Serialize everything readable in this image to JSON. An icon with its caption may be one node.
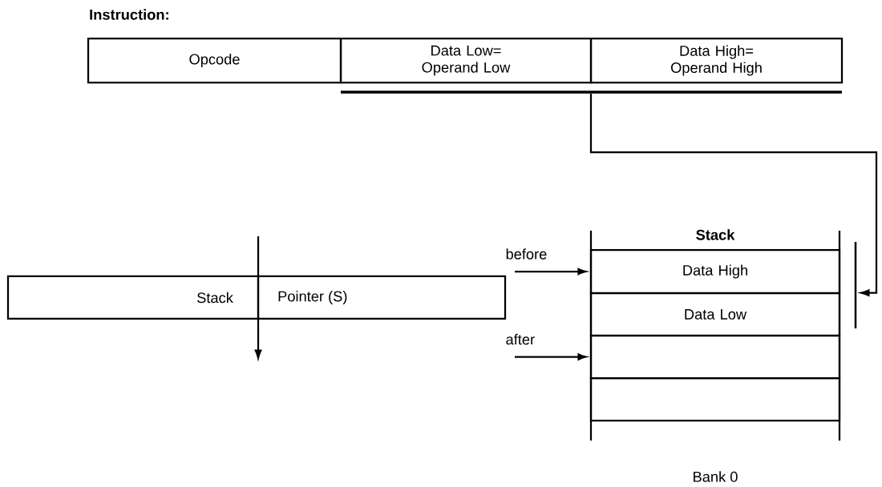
{
  "diagram": {
    "title": "Instruction:",
    "nodes": [
      {
        "text": [
          "Opcode"
        ]
      },
      {
        "text": [
          "Data Low= Operand Low"
        ]
      },
      {
        "text": [
          "Data High= Operand High"
        ]
      },
      {
        "text": [
          "Stack",
          "Pointer (S)"
        ]
      },
      {
        "text": [
          "Stack"
        ],
        "beside": [
          "Bank 0"
        ]
      },
      {
        "text": [
          "Data High"
        ],
        "in": 4
      },
      {
        "text": [
          "Data Low"
        ],
        "in": 4
      },
      {
        "text": [],
        "shape": "box",
        "in": 4
      },
      {
        "text": [],
        "shape": "box",
        "in": 4
      }
    ],
    "edges": [
      {
        "from": 1,
        "to": 6,
        "arrow": "to"
      },
      {
        "from": 2,
        "to": 5,
        "arrow": "to"
      },
      {
        "from": null,
        "to": 5,
        "arrow": "to",
        "label": "before"
      },
      {
        "from": null,
        "to": 7,
        "arrow": "to",
        "label": "after"
      }
    ]
  }
}
